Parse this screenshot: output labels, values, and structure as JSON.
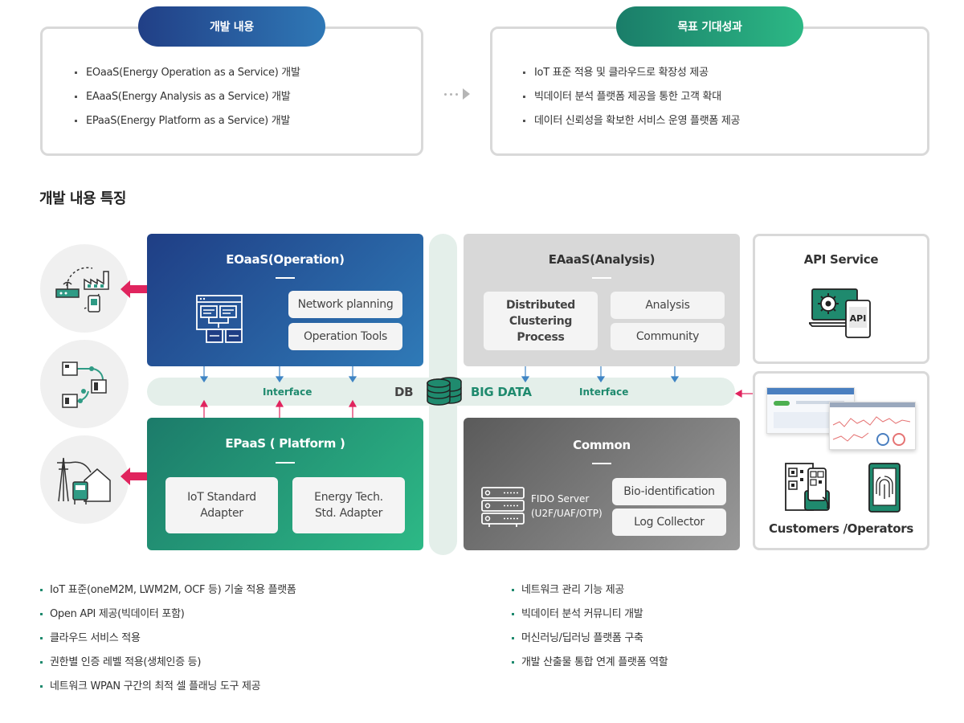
{
  "top": {
    "left_pill": "개발 내용",
    "left_items": [
      "EOaaS(Energy Operation as a Service) 개발",
      "EAaaS(Energy Analysis as a Service) 개발",
      "EPaaS(Energy Platform as a Service) 개발"
    ],
    "right_pill": "목표 기대성과",
    "right_items": [
      "IoT 표준 적용 및 클라우드로 확장성 제공",
      "빅데이터 분석 플랫폼 제공을 통한 고객 확대",
      "데이터 신뢰성을 확보한 서비스 운영 플랫폼 제공"
    ]
  },
  "section_title": "개발 내용 특징",
  "diagram": {
    "eoaas": {
      "title": "EOaaS(Operation)",
      "chips": [
        "Network planning",
        "Operation Tools"
      ]
    },
    "eaaas": {
      "title": "EAaaS(Analysis)",
      "chip_main": "Distributed\nClustering\nProcess",
      "chips": [
        "Analysis",
        "Community"
      ]
    },
    "epaas": {
      "title": "EPaaS ( Platform )",
      "chips": [
        "IoT Standard\nAdapter",
        "Energy Tech.\nStd. Adapter"
      ]
    },
    "common": {
      "title": "Common",
      "server_label": "FIDO Server\n(U2F/UAF/OTP)",
      "chips": [
        "Bio-identification",
        "Log Collector"
      ]
    },
    "interface_left": "Interface",
    "interface_right": "Interface",
    "db": "DB",
    "big_data": "BIG DATA",
    "api_service": "API Service",
    "api_label": "API",
    "customers": "Customers /Operators"
  },
  "bottom": {
    "left": [
      "IoT 표준(oneM2M, LWM2M, OCF 등) 기술 적용 플랫폼",
      "Open API 제공(빅데이터 포함)",
      "클라우드 서비스 적용",
      "권한별 인증 레벨 적용(생체인증 등)",
      "네트워크 WPAN 구간의 최적 셀 플래닝 도구 제공"
    ],
    "right": [
      "네트워크 관리 기능 제공",
      "빅데이터 분석 커뮤니티 개발",
      "머신러닝/딥러닝 플랫폼 구축",
      "개발 산출물 통합 연계 플랫폼 역할"
    ]
  },
  "colors": {
    "blue": "#2f78b6",
    "green": "#2cb885",
    "accent_pink": "#e0245e",
    "text_green": "#1f8a6e"
  }
}
